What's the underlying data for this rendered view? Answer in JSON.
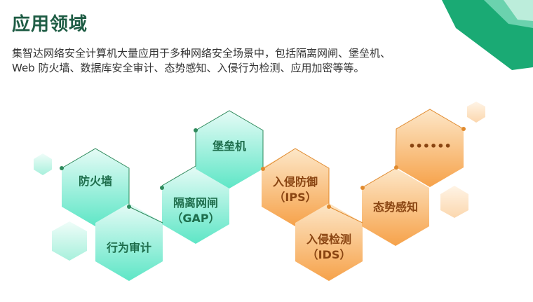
{
  "page": {
    "title": "应用领域",
    "description_line1": "集智达网络安全计算机大量应用于多种网络安全场景中，包括隔离网闸、堡垒机、",
    "description_line2": "Web 防火墙、数据库安全审计、态势感知、入侵行为检测、应用加密等等。"
  },
  "hexagons": {
    "firewall": "防火墙",
    "audit": "行为审计",
    "gap_line1": "隔离网闸",
    "gap_line2": "（GAP）",
    "bastion": "堡垒机",
    "ips_line1": "入侵防御",
    "ips_line2": "（IPS）",
    "ids_line1": "入侵检测",
    "ids_line2": "（IDS）",
    "situation": "态势感知",
    "more": "••••••"
  },
  "colors": {
    "green_accent": "#1aaa74",
    "title_color": "#1e5c44",
    "teal_hex_top": "#e6fbf6",
    "teal_hex_bottom": "#5ee6c6",
    "orange_hex_top": "#fde3c0",
    "orange_hex_bottom": "#f6a24a"
  }
}
